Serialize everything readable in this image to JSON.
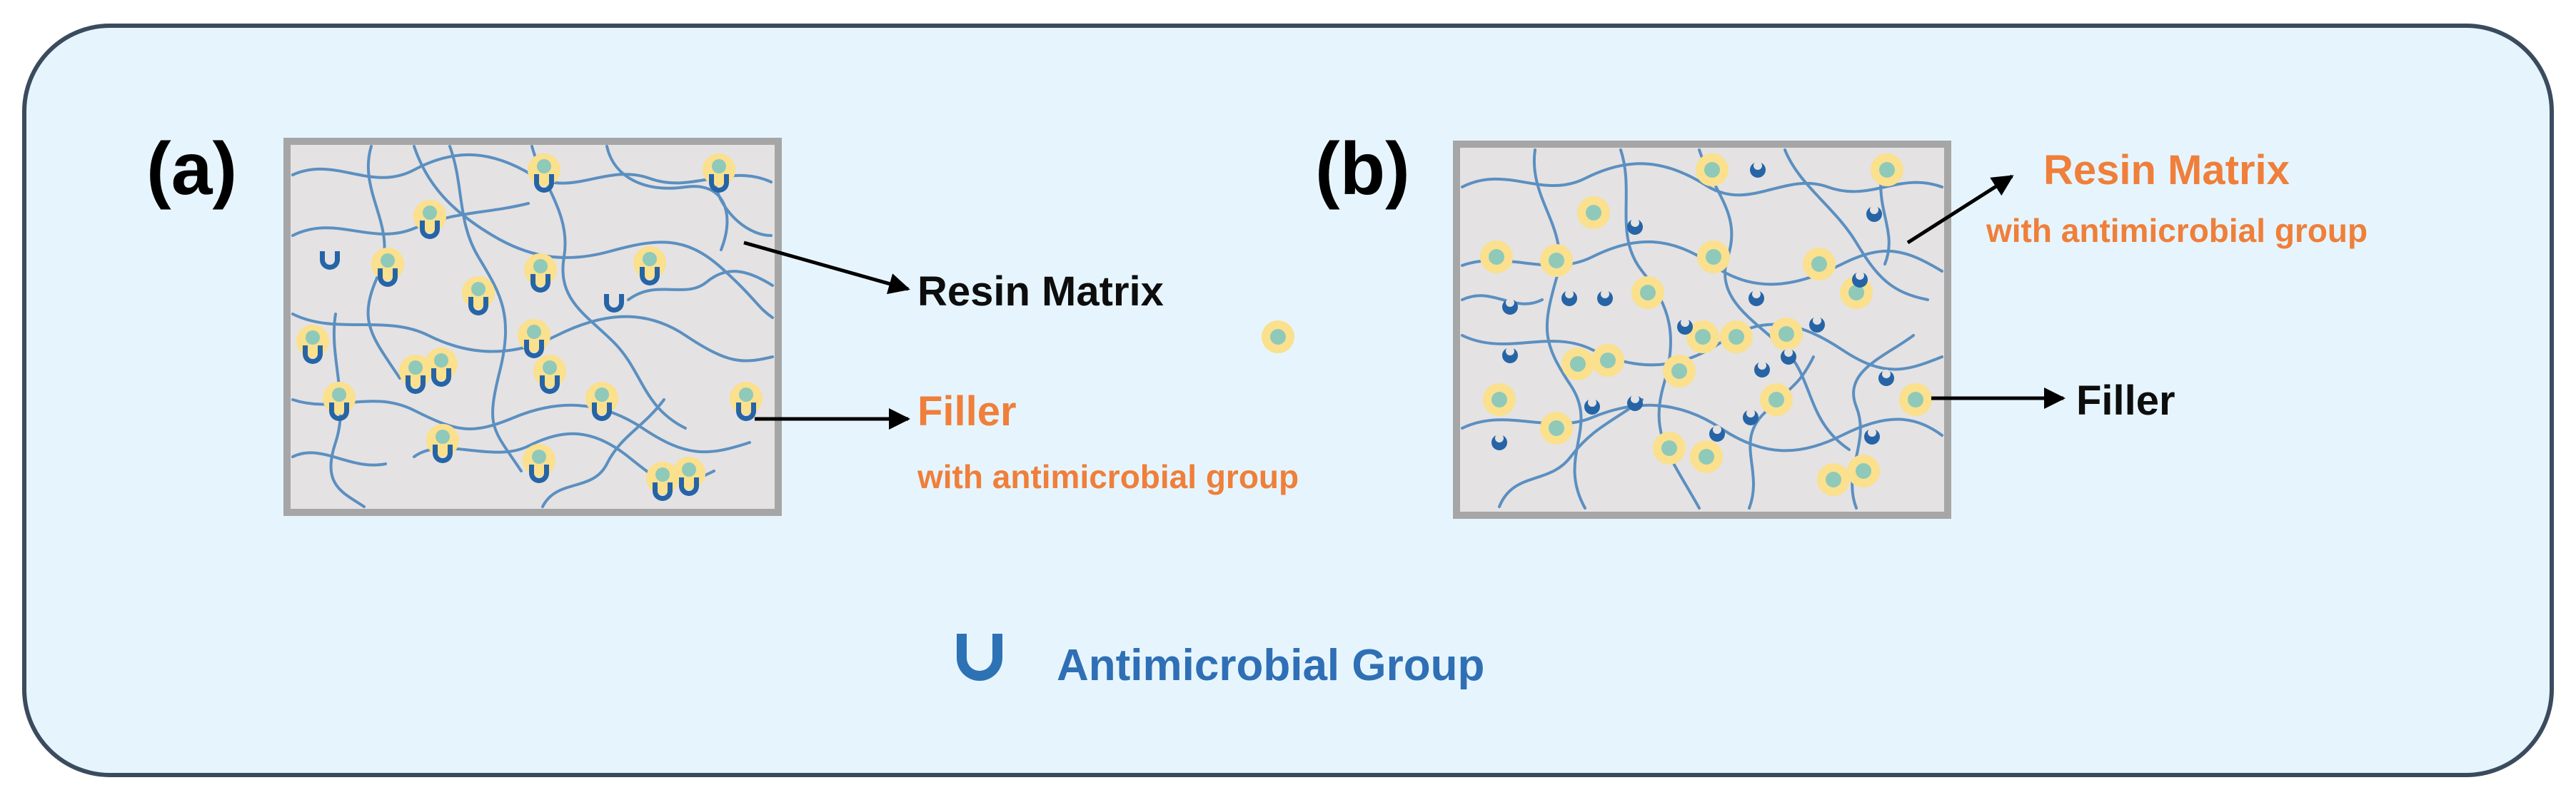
{
  "colors": {
    "background": "#e6f5fd",
    "background_border": "#3b4b5e",
    "box_fill": "#e4e2e3",
    "box_border": "#a6a6a6",
    "chain": "#5b8fc0",
    "filler_halo": "#fbe08d",
    "filler_core": "#8fc9b9",
    "antimicrobial_group": "#2664a6",
    "label_black": "#0d0d0d",
    "label_orange": "#ef7f3a",
    "legend_text": "#2f6fb5"
  },
  "panel_a": {
    "label": "(a)",
    "resin_label": "Resin Matrix",
    "filler_label": "Filler",
    "filler_sub": "with antimicrobial group"
  },
  "panel_b": {
    "label": "(b)",
    "resin_label": "Resin Matrix",
    "resin_sub": "with antimicrobial group",
    "filler_label": "Filler"
  },
  "legend": {
    "icon": "antimicrobial-group-icon",
    "label": "Antimicrobial Group"
  }
}
